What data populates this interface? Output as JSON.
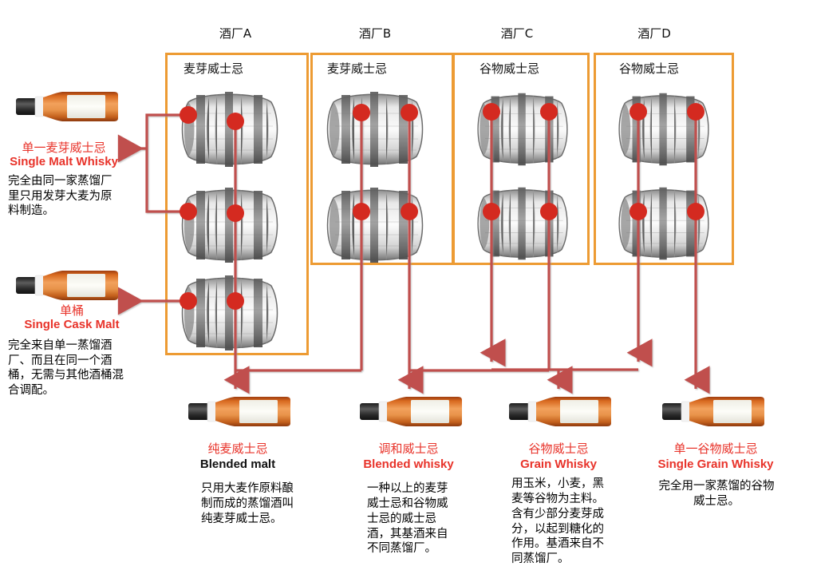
{
  "diagram": {
    "title": "Whisky classification diagram",
    "colors": {
      "box_border": "#ED9B33",
      "wire": "#C0504D",
      "dot": "#D42A20",
      "label_red": "#E8332A",
      "label_black": "#111111"
    }
  },
  "distilleries": [
    {
      "header": "酒厂A",
      "content": "麦芽威士忌",
      "barrels": 3
    },
    {
      "header": "酒厂B",
      "content": "麦芽威士忌",
      "barrels": 2
    },
    {
      "header": "酒厂C",
      "content": "谷物威士忌",
      "barrels": 2
    },
    {
      "header": "酒厂D",
      "content": "谷物威士忌",
      "barrels": 2
    }
  ],
  "side_products": [
    {
      "name_cn": "单一麦芽威士忌",
      "name_en": "Single Malt Whisky",
      "desc": "完全由同一家蒸馏厂里只用发芽大麦为原料制造。"
    },
    {
      "name_cn": "单桶",
      "name_en": "Single Cask Malt",
      "desc": "完全来自单一蒸馏酒厂、而且在同一个酒桶，无需与其他酒桶混合调配。"
    }
  ],
  "bottom_products": [
    {
      "name_cn": "纯麦威士忌",
      "name_en": "Blended malt",
      "en_color": "black",
      "desc": "只用大麦作原料酿制而成的蒸馏酒叫纯麦芽威士忌。",
      "desc_align": "left"
    },
    {
      "name_cn": "调和威士忌",
      "name_en": "Blended  whisky",
      "en_color": "red",
      "desc": "一种以上的麦芽威士忌和谷物威士忌的威士忌酒，其基酒来自不同蒸馏厂。",
      "desc_align": "left"
    },
    {
      "name_cn": "谷物威士忌",
      "name_en": "Grain Whisky",
      "en_color": "red",
      "desc": "用玉米，小麦，黑麦等谷物为主料。含有少部分麦芽成分，以起到糖化的作用。基酒来自不同蒸馏厂。",
      "desc_align": "left"
    },
    {
      "name_cn": "单一谷物威士忌",
      "name_en": "Single Grain Whisky",
      "en_color": "red",
      "desc": "完全用一家蒸馏的谷物威士忌。",
      "desc_align": "center"
    }
  ]
}
